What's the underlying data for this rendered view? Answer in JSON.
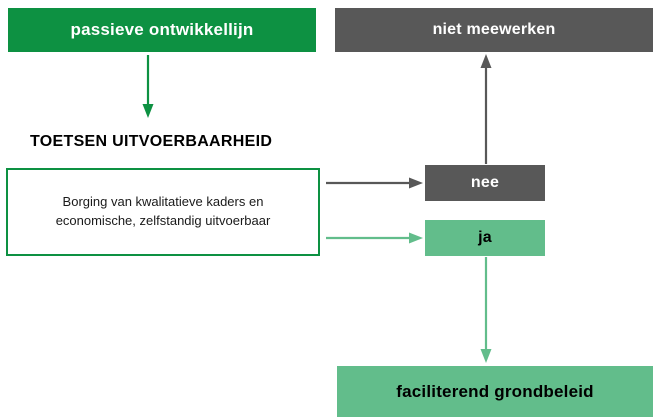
{
  "diagram": {
    "title_node": {
      "label": "passieve ontwikkellijn",
      "color": "#0d9142"
    },
    "outcome_node": {
      "label": "niet meewerken",
      "color": "#585858"
    },
    "section_heading": "TOETSEN UITVOERBAARHEID",
    "criteria_box": {
      "line1": "Borging van kwalitatieve kaders en",
      "line2": "economische, zelfstandig uitvoerbaar",
      "border_color": "#0d9142"
    },
    "decision_no": {
      "label": "nee",
      "color": "#585858"
    },
    "decision_yes": {
      "label": "ja",
      "color": "#62bd8b"
    },
    "result_node": {
      "label": "faciliterend grondbeleid",
      "color": "#62bd8b"
    },
    "connectors": [
      {
        "name": "passieve-to-toetsen",
        "color": "#0d9142",
        "direction": "down"
      },
      {
        "name": "criteria-to-nee",
        "color": "#585858",
        "direction": "right"
      },
      {
        "name": "criteria-to-ja",
        "color": "#62bd8b",
        "direction": "right"
      },
      {
        "name": "nee-to-niet-meewerken",
        "color": "#585858",
        "direction": "up"
      },
      {
        "name": "ja-to-faciliterend",
        "color": "#62bd8b",
        "direction": "down"
      }
    ]
  }
}
